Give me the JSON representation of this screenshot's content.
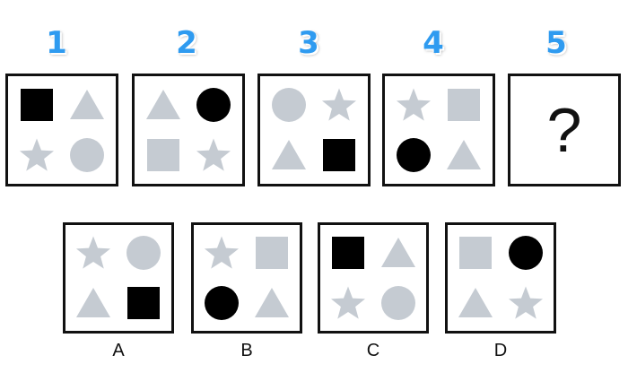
{
  "colors": {
    "number": "#2f9bf0",
    "black_shape": "#000000",
    "gray_shape": "#c5cbd2",
    "border": "#111111"
  },
  "sequence": {
    "labels": [
      "1",
      "2",
      "3",
      "4",
      "5"
    ],
    "items": [
      {
        "cells": [
          {
            "shape": "square",
            "color": "black"
          },
          {
            "shape": "triangle",
            "color": "gray"
          },
          {
            "shape": "star",
            "color": "gray"
          },
          {
            "shape": "circle",
            "color": "gray"
          }
        ]
      },
      {
        "cells": [
          {
            "shape": "triangle",
            "color": "gray"
          },
          {
            "shape": "circle",
            "color": "black"
          },
          {
            "shape": "square",
            "color": "gray"
          },
          {
            "shape": "star",
            "color": "gray"
          }
        ]
      },
      {
        "cells": [
          {
            "shape": "circle",
            "color": "gray"
          },
          {
            "shape": "star",
            "color": "gray"
          },
          {
            "shape": "triangle",
            "color": "gray"
          },
          {
            "shape": "square",
            "color": "black"
          }
        ]
      },
      {
        "cells": [
          {
            "shape": "star",
            "color": "gray"
          },
          {
            "shape": "square",
            "color": "gray"
          },
          {
            "shape": "circle",
            "color": "black"
          },
          {
            "shape": "triangle",
            "color": "gray"
          }
        ]
      }
    ],
    "unknown_symbol": "?"
  },
  "options": [
    {
      "label": "A",
      "cells": [
        {
          "shape": "star",
          "color": "gray"
        },
        {
          "shape": "circle",
          "color": "gray"
        },
        {
          "shape": "triangle",
          "color": "gray"
        },
        {
          "shape": "square",
          "color": "black"
        }
      ]
    },
    {
      "label": "B",
      "cells": [
        {
          "shape": "star",
          "color": "gray"
        },
        {
          "shape": "square",
          "color": "gray"
        },
        {
          "shape": "circle",
          "color": "black"
        },
        {
          "shape": "triangle",
          "color": "gray"
        }
      ]
    },
    {
      "label": "C",
      "cells": [
        {
          "shape": "square",
          "color": "black"
        },
        {
          "shape": "triangle",
          "color": "gray"
        },
        {
          "shape": "star",
          "color": "gray"
        },
        {
          "shape": "circle",
          "color": "gray"
        }
      ]
    },
    {
      "label": "D",
      "cells": [
        {
          "shape": "square",
          "color": "gray"
        },
        {
          "shape": "circle",
          "color": "black"
        },
        {
          "shape": "triangle",
          "color": "gray"
        },
        {
          "shape": "star",
          "color": "gray"
        }
      ]
    }
  ]
}
